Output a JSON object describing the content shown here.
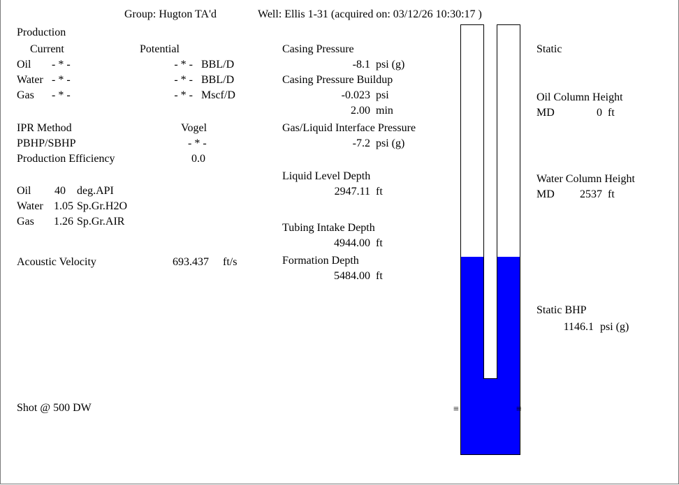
{
  "header": {
    "group": "Group: Hugton TA'd",
    "well": "Well: Ellis 1-31 (acquired on: 03/12/26 10:30:17 )"
  },
  "production": {
    "title": "Production",
    "col_current": "Current",
    "col_potential": "Potential",
    "rows": [
      {
        "label": "Oil",
        "current": "- * -",
        "potential": "- * -",
        "unit": "BBL/D"
      },
      {
        "label": "Water",
        "current": "- * -",
        "potential": "- * -",
        "unit": "BBL/D"
      },
      {
        "label": "Gas",
        "current": "- * -",
        "potential": "- * -",
        "unit": "Mscf/D"
      }
    ]
  },
  "ipr": {
    "method_label": "IPR Method",
    "method_value": "Vogel",
    "pbhp_label": "PBHP/SBHP",
    "pbhp_value": "- * -",
    "eff_label": "Production Efficiency",
    "eff_value": "0.0"
  },
  "fluids": [
    {
      "label": "Oil",
      "value": "40",
      "unit": "deg.API"
    },
    {
      "label": "Water",
      "value": "1.05",
      "unit": "Sp.Gr.H2O"
    },
    {
      "label": "Gas",
      "value": "1.26",
      "unit": "Sp.Gr.AIR"
    }
  ],
  "acoustic": {
    "label": "Acoustic Velocity",
    "value": "693.437",
    "unit": "ft/s"
  },
  "shot": "Shot @ 500 DW",
  "middle": {
    "casing_pressure": {
      "label": "Casing Pressure",
      "value": "-8.1",
      "unit": "psi (g)"
    },
    "buildup": {
      "label": "Casing Pressure Buildup",
      "value": "-0.023",
      "unit": "psi",
      "time": "2.00",
      "time_unit": "min"
    },
    "interface": {
      "label": "Gas/Liquid Interface Pressure",
      "value": "-7.2",
      "unit": "psi (g)"
    },
    "liquid_level": {
      "label": "Liquid Level Depth",
      "value": "2947.11",
      "unit": "ft"
    },
    "tubing_intake": {
      "label": "Tubing Intake Depth",
      "value": "4944.00",
      "unit": "ft"
    },
    "formation": {
      "label": "Formation Depth",
      "value": "5484.00",
      "unit": "ft"
    }
  },
  "right": {
    "static": "Static",
    "oil_column": {
      "label": "Oil Column Height",
      "md": "MD",
      "value": "0",
      "unit": "ft"
    },
    "water_column": {
      "label": "Water Column Height",
      "md": "MD",
      "value": "2537",
      "unit": "ft"
    },
    "static_bhp": {
      "label": "Static BHP",
      "value": "1146.1",
      "unit": "psi (g)"
    }
  },
  "wellbore": {
    "liquid_color": "#0000ff",
    "liquid_top_fraction": 0.541,
    "tubing_bottom_fraction": 0.825,
    "perforation_marker": "≡"
  }
}
